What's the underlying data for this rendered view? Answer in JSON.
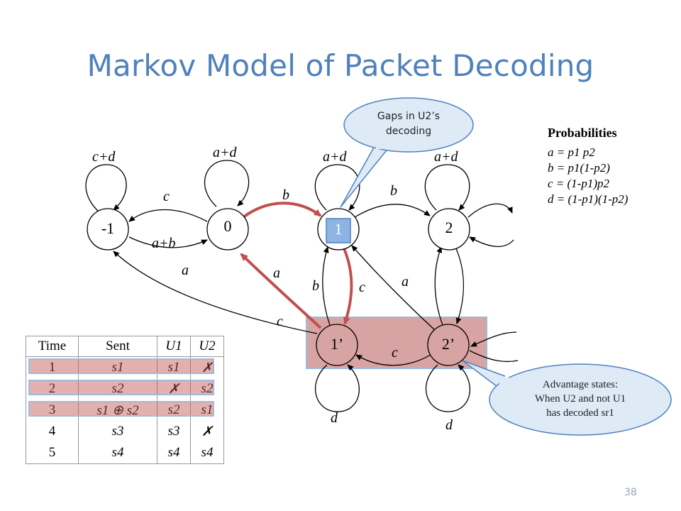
{
  "title": "Markov Model of Packet Decoding",
  "states": {
    "s_m1": "-1",
    "s_0": "0",
    "s_1": "1",
    "s_2": "2",
    "s_1p": "1’",
    "s_2p": "2’"
  },
  "edge_labels": {
    "self_m1": "c+d",
    "self_0": "a+d",
    "self_1": "a+d",
    "self_2": "a+d",
    "m1_to_0": "a+b",
    "zero_to_m1": "c",
    "zero_to_1": "b",
    "one_to_2": "b",
    "onep_to_m1": "a",
    "onep_to_0": "a",
    "onep_to_1": "b",
    "one_to_1p": "c",
    "twop_to_1": "a",
    "twop_to_1p": "c",
    "c_left": "c",
    "self_1p": "d",
    "self_2p": "d"
  },
  "probabilities": {
    "heading": "Probabilities",
    "a": "a = p1 p2",
    "b": "b = p1(1-p2)",
    "c": "c = (1-p1)p2",
    "d": "d = (1-p1)(1-p2)"
  },
  "callouts": {
    "gaps_line1": "Gaps in U2’s",
    "gaps_line2": "decoding",
    "adv_line1": "Advantage states:",
    "adv_line2": "When U2 and not U1",
    "adv_line3": "has decoded sr1"
  },
  "table": {
    "headers": [
      "Time",
      "Sent",
      "U1",
      "U2"
    ],
    "rows": [
      [
        "1",
        "s1",
        "s1",
        "✗"
      ],
      [
        "2",
        "s2",
        "✗",
        "s2"
      ],
      [
        "3",
        "s1 ⊕ s2",
        "s2",
        "s1"
      ],
      [
        "4",
        "s3",
        "s3",
        "✗"
      ],
      [
        "5",
        "s4",
        "s4",
        "s4"
      ]
    ]
  },
  "page_number": "38",
  "colors": {
    "title": "#4f81bd",
    "highlight_fill": "#d8a3a3",
    "highlight_border": "#9bbbe0",
    "red_edge": "#c0504d",
    "callout_border": "#4f81bd"
  }
}
